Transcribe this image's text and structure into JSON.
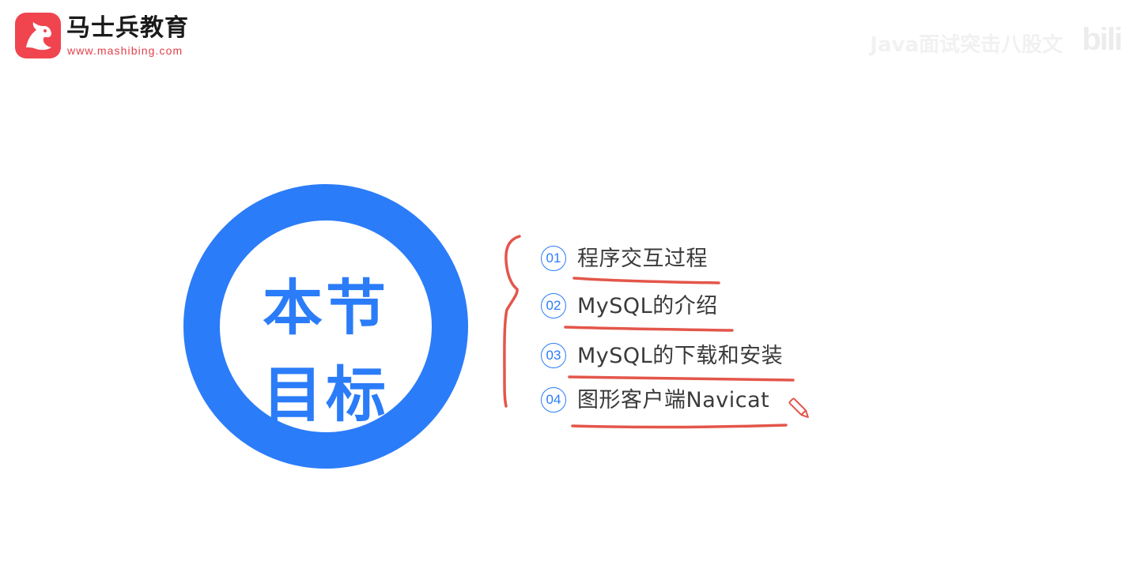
{
  "brand": {
    "logo_icon": "horse-head-icon",
    "name": "马士兵教育",
    "url": "www.mashibing.com",
    "accent_color": "#f0454f"
  },
  "watermark": {
    "text": "Java面试突击八股文",
    "platform": "bilibili"
  },
  "slide": {
    "ring_title_line1": "本节",
    "ring_title_line2": "目标",
    "ring_color": "#2b7cf8",
    "items": [
      {
        "num": "01",
        "label": "程序交互过程"
      },
      {
        "num": "02",
        "label": "MySQL的介绍"
      },
      {
        "num": "03",
        "label": "MySQL的下载和安装"
      },
      {
        "num": "04",
        "label": "图形客户端Navicat"
      }
    ]
  },
  "annotation": {
    "pen_color": "#e3564a",
    "pen_tool_icon": "pencil-icon"
  }
}
